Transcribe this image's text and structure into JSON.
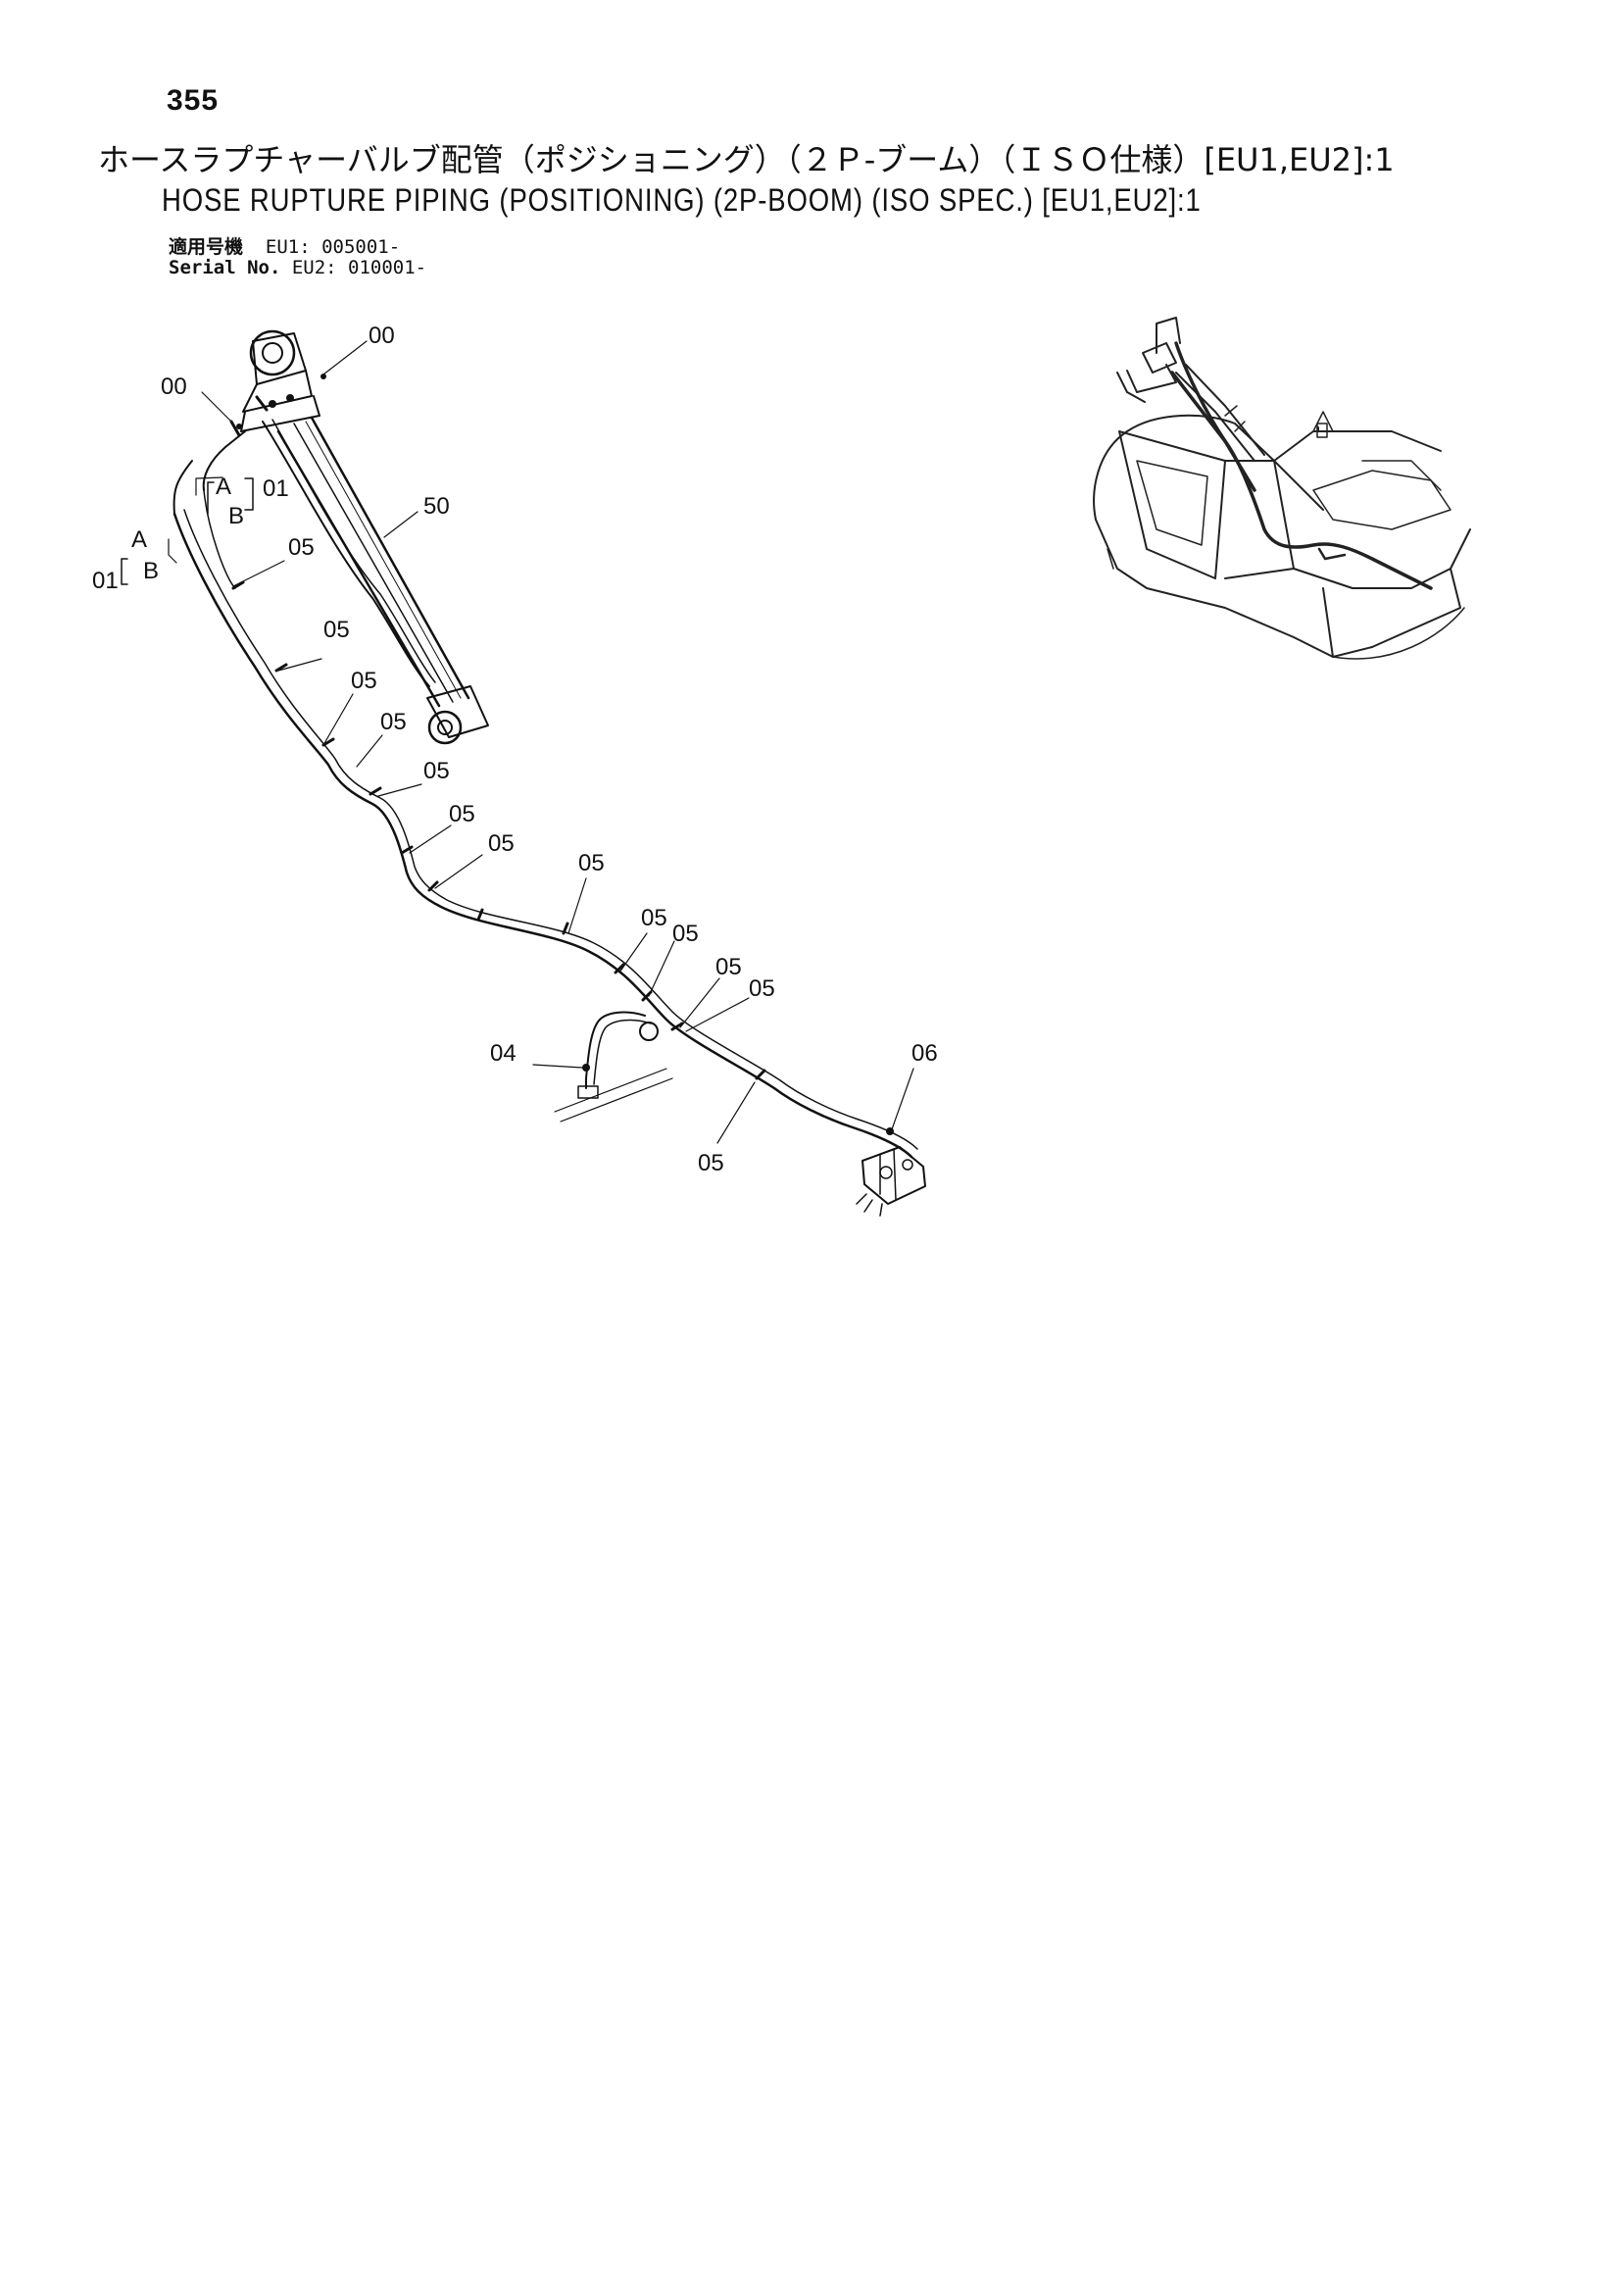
{
  "page": {
    "number": "355",
    "title_jp": "ホースラプチャーバルブ配管（ポジショニング）（２Ｐ-ブーム）（ＩＳＯ仕様）[EU1,EU2]:1",
    "title_en": "HOSE RUPTURE PIPING (POSITIONING) (2P-BOOM) (ISO SPEC.) [EU1,EU2]:1",
    "serial": {
      "label_jp": "適用号機",
      "label_en": "Serial No.",
      "eu1": "EU1: 005001-",
      "eu2": "EU2: 010001-"
    }
  },
  "diagram": {
    "callouts": {
      "c00a": "00",
      "c00b": "00",
      "c01a": "01",
      "c01b": "01",
      "cA1": "A",
      "cB1": "B",
      "cA2": "A",
      "cB2": "B",
      "c50": "50",
      "c05_1": "05",
      "c05_2": "05",
      "c05_3": "05",
      "c05_4": "05",
      "c05_5": "05",
      "c05_6": "05",
      "c05_7": "05",
      "c05_8": "05",
      "c05_9": "05",
      "c05_10": "05",
      "c05_11": "05",
      "c05_12": "05",
      "c05_13": "05",
      "c04": "04",
      "c06": "06"
    }
  }
}
